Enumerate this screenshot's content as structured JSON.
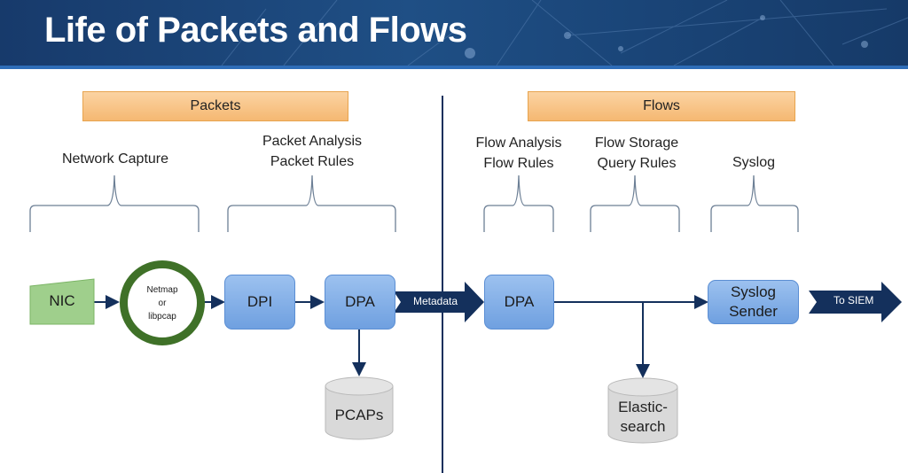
{
  "header": {
    "title": "Life of Packets and Flows"
  },
  "sections": {
    "packets": {
      "label": "Packets"
    },
    "flows": {
      "label": "Flows"
    }
  },
  "stages": [
    {
      "label_line1": "Network Capture",
      "label_line2": ""
    },
    {
      "label_line1": "Packet Analysis",
      "label_line2": "Packet Rules"
    },
    {
      "label_line1": "Flow Analysis",
      "label_line2": "Flow Rules"
    },
    {
      "label_line1": "Flow Storage",
      "label_line2": "Query Rules"
    },
    {
      "label_line1": "Syslog",
      "label_line2": ""
    }
  ],
  "nodes": {
    "nic": "NIC",
    "capture": {
      "line1": "Netmap",
      "line2": "or",
      "line3": "libpcap"
    },
    "dpi": "DPI",
    "dpa_packets": "DPA",
    "dpa_flows": "DPA",
    "syslog_sender": {
      "line1": "Syslog",
      "line2": "Sender"
    },
    "pcaps": "PCAPs",
    "elasticsearch": {
      "line1": "Elastic-",
      "line2": "search"
    }
  },
  "arrows": {
    "metadata": "Metadata",
    "to_siem": "To SIEM"
  },
  "colors": {
    "header_bg": "#1f4f85",
    "banner": "#f8c58a",
    "process_box": "#8bb4ea",
    "nic": "#9fcf8c",
    "ring": "#3f7128",
    "connector": "#14305c",
    "database": "#d9d9d9"
  }
}
